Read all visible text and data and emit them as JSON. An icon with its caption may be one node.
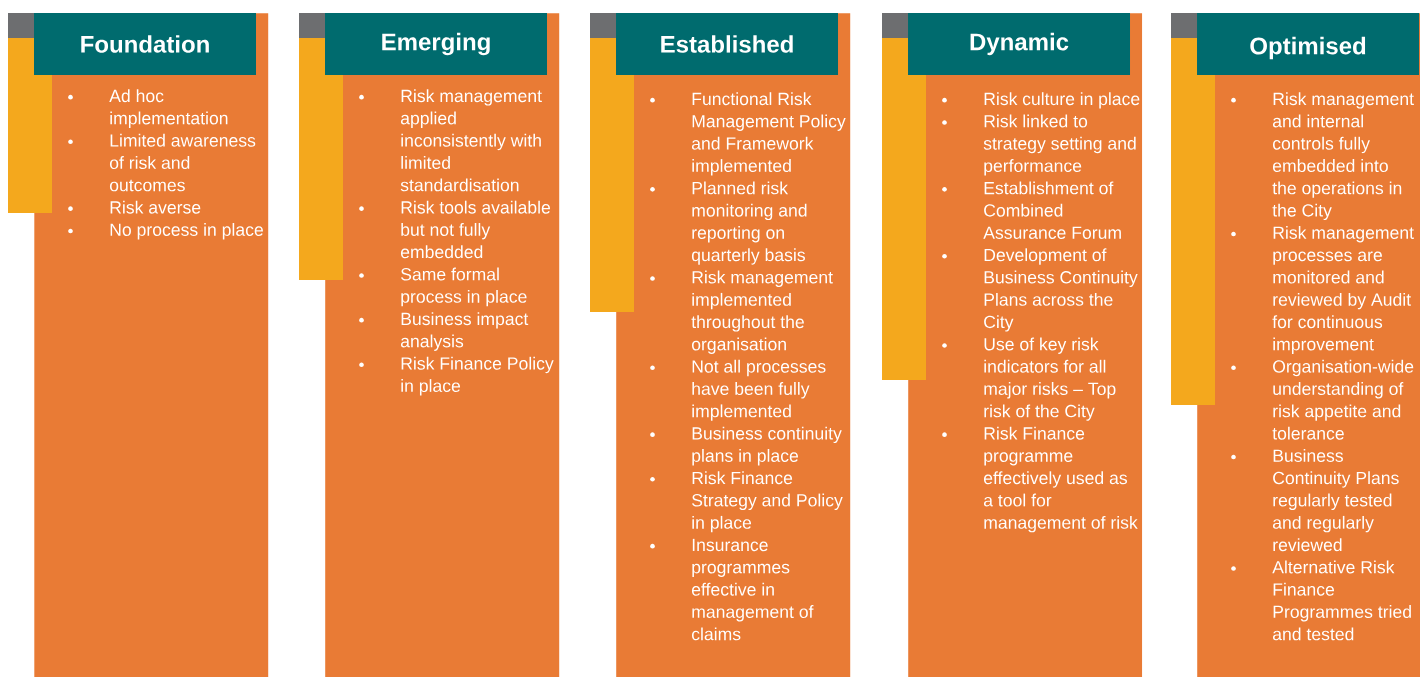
{
  "diagram": {
    "nodes": [
      {
        "text": [
          "Ad hoc implementation",
          "Limited awareness of risk and outcomes",
          "Risk averse",
          "No process in place"
        ]
      },
      {
        "text": [
          "Foundation"
        ],
        "in": 0
      },
      {
        "text": [
          "Risk management applied inconsistently with limited standardisation",
          "Risk tools available but not fully embedded",
          "Same formal process in place",
          "Business impact analysis",
          "Risk Finance Policy in place"
        ]
      },
      {
        "text": [
          "Emerging"
        ],
        "in": 2
      },
      {
        "text": [
          "Functional Risk Management Policy and Framework implemented",
          "Planned risk monitoring and reporting on quarterly basis",
          "Risk management implemented throughout the organisation",
          "Not all processes have been fully implemented",
          "Business continuity plans in place",
          "Risk Finance Strategy and Policy in place",
          "Insurance programmes effective in management of claims"
        ]
      },
      {
        "text": [
          "Established"
        ],
        "in": 4
      },
      {
        "text": [
          "Risk culture in place",
          "Risk linked to strategy setting and performance",
          "Establishment of Combined Assurance Forum",
          "Development of Business Continuity Plans across the City",
          "Use of key risk indicators for all major risks – Top risk of the City",
          "Risk Finance programme effectively used as a tool for management of risk"
        ]
      },
      {
        "text": [
          "Dynamic"
        ],
        "in": 6
      },
      {
        "text": [
          "Risk management and internal controls fully embedded into the operations in the City",
          "Risk management processes are monitored and reviewed by Audit for continuous improvement",
          "Organisation-wide understanding of risk appetite and tolerance",
          "Business Continuity Plans regularly tested and regularly reviewed",
          "Alternative Risk Finance Programmes tried and tested"
        ]
      },
      {
        "text": [
          "Optimised"
        ],
        "in": 8
      }
    ]
  }
}
